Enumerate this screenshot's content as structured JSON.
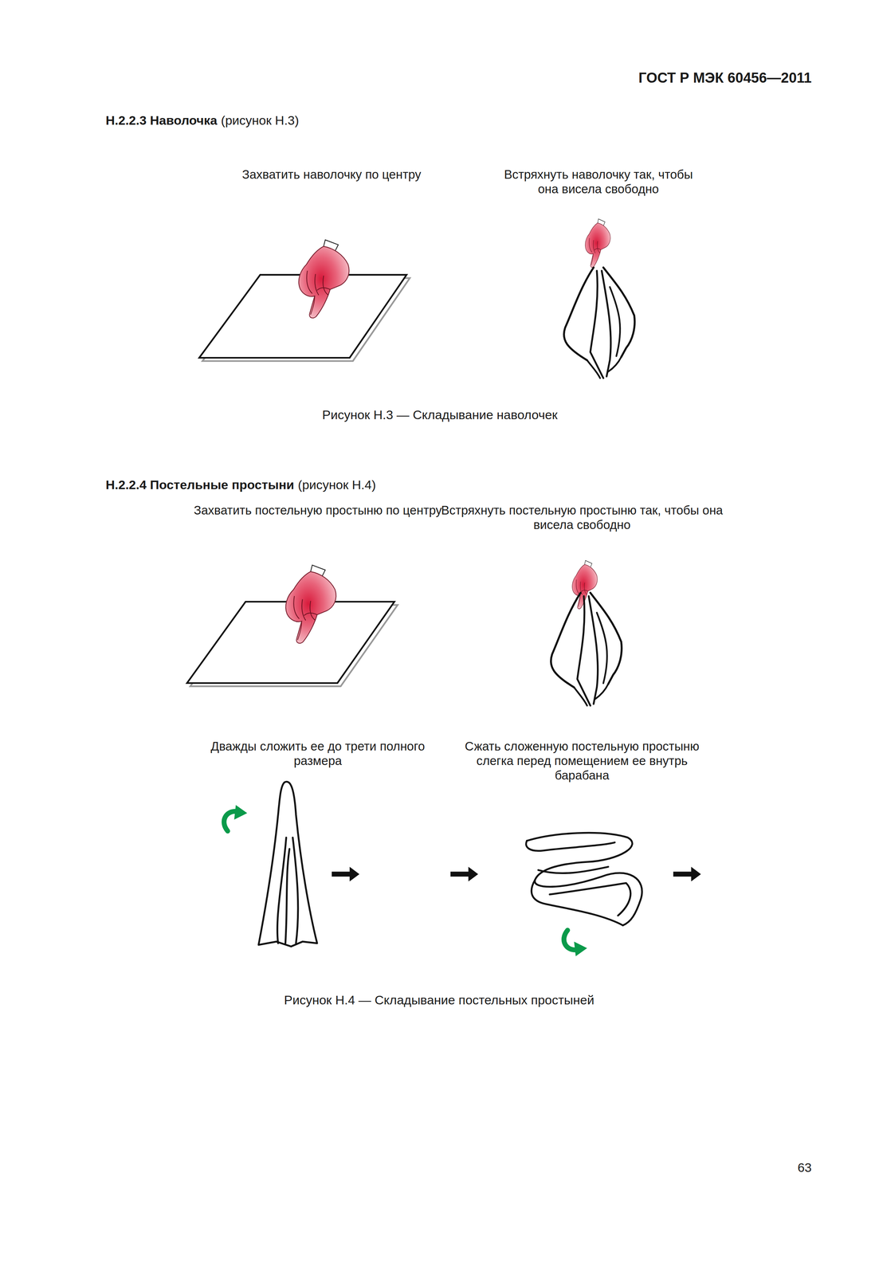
{
  "diagram": {
    "title": "ГОСТ Р МЭК 60456—2011",
    "labels": [
      "Н.2.2.3 Наволочка",
      "(рисунок Н.3)",
      "Захватить наволочку по центру",
      "Встряхнуть наволочку так, чтобы она висела свободно",
      "Рисунок Н.3 — Складывание наволочек",
      "Н.2.2.4 Постельные простыни",
      "(рисунок Н.4)",
      "Захватить постельную простыню по центру",
      "Встряхнуть постельную простыню так, чтобы она висела свободно",
      "Дважды сложить ее до трети полного размера",
      "Сжать сложенную постельную простыню слегка перед помещением ее внутрь барабана",
      "Рисунок Н.4 — Складывание постельных простыней",
      "63"
    ]
  }
}
